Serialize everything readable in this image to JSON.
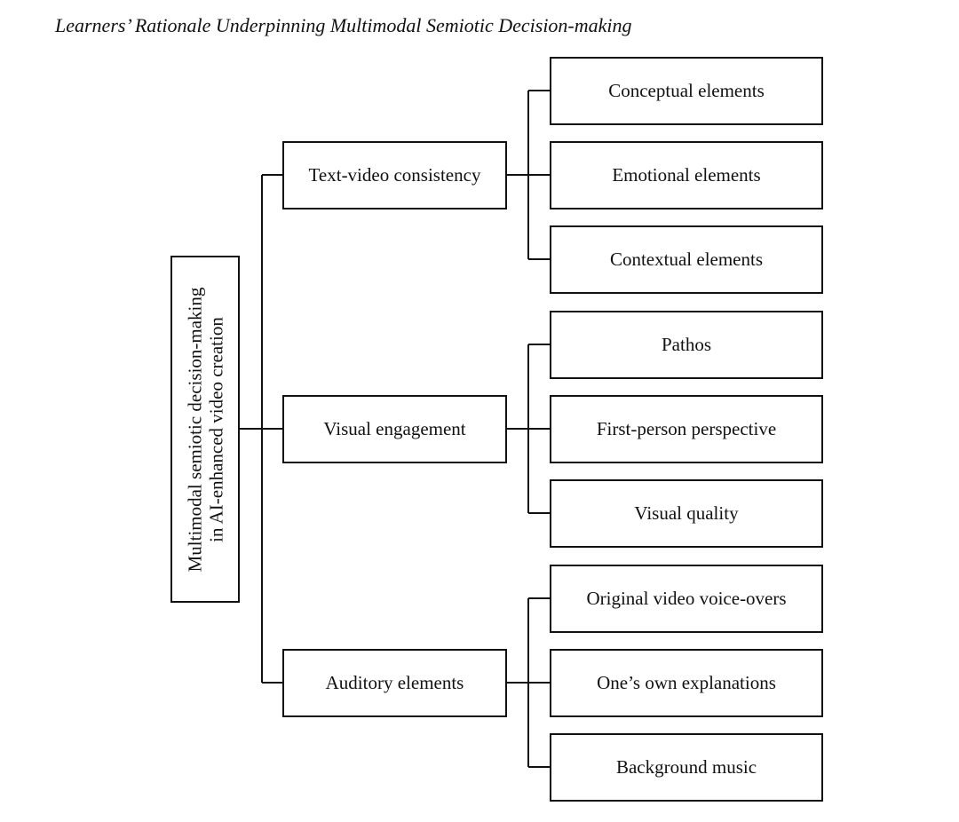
{
  "title": "Learners’ Rationale Underpinning Multimodal Semiotic Decision-making",
  "root": {
    "line1": "Multimodal semiotic decision-making",
    "line2": "in AI-enhanced video creation"
  },
  "categories": [
    {
      "label": "Text-video consistency",
      "children": [
        "Conceptual elements",
        "Emotional elements",
        "Contextual elements"
      ]
    },
    {
      "label": "Visual engagement",
      "children": [
        "Pathos",
        "First-person perspective",
        "Visual quality"
      ]
    },
    {
      "label": "Auditory elements",
      "children": [
        "Original video voice-overs",
        "One’s own explanations",
        "Background music"
      ]
    }
  ]
}
